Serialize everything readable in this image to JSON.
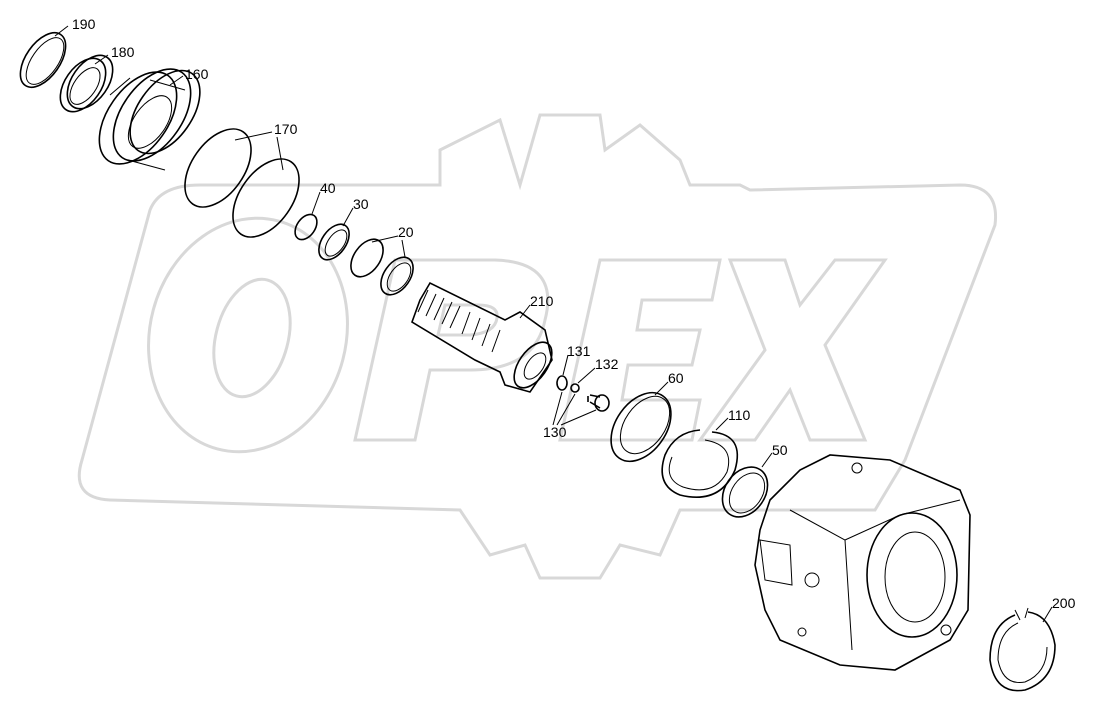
{
  "diagram": {
    "watermark_text": "OPEX",
    "callouts": [
      {
        "id": "190",
        "label": "190"
      },
      {
        "id": "180",
        "label": "180"
      },
      {
        "id": "160",
        "label": "160"
      },
      {
        "id": "170",
        "label": "170"
      },
      {
        "id": "40",
        "label": "40"
      },
      {
        "id": "30",
        "label": "30"
      },
      {
        "id": "20",
        "label": "20"
      },
      {
        "id": "210",
        "label": "210"
      },
      {
        "id": "131",
        "label": "131"
      },
      {
        "id": "132",
        "label": "132"
      },
      {
        "id": "130",
        "label": "130"
      },
      {
        "id": "60",
        "label": "60"
      },
      {
        "id": "110",
        "label": "110"
      },
      {
        "id": "50",
        "label": "50"
      },
      {
        "id": "200",
        "label": "200"
      }
    ]
  }
}
